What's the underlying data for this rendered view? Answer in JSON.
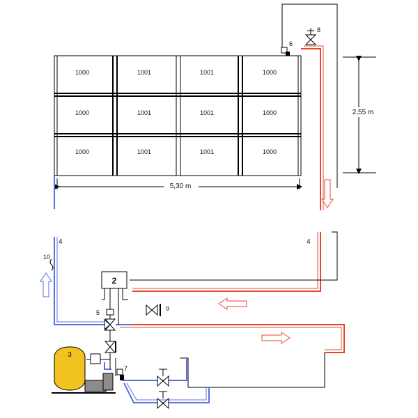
{
  "colors": {
    "hot_pipe": "#e8472c",
    "cold_pipe": "#5a6fe0",
    "tank_fill": "#f2c21e",
    "pump_fill": "#8c8c8c",
    "line": "#000000"
  },
  "collectors": {
    "rows": [
      [
        "1000",
        "1001",
        "1001",
        "1000"
      ],
      [
        "1000",
        "1001",
        "1001",
        "1000"
      ],
      [
        "1000",
        "1001",
        "1001",
        "1000"
      ]
    ]
  },
  "dimensions": {
    "width_label": "5,30 m",
    "height_label": "2,55 m"
  },
  "components": {
    "num_2": "2",
    "num_3": "3",
    "num_4_left": "4",
    "num_4_right": "4",
    "num_5": "5",
    "num_6": "6",
    "num_7": "7",
    "num_8": "8",
    "num_9": "9",
    "num_10": "10"
  }
}
